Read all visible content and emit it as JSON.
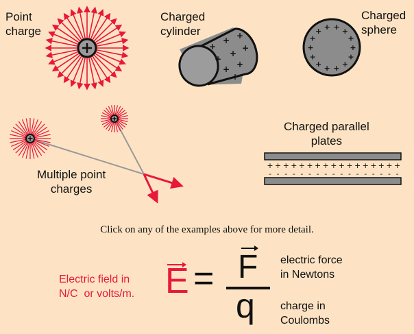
{
  "examples": {
    "point_charge": "Point\ncharge",
    "charged_cylinder": "Charged\ncylinder",
    "charged_sphere": "Charged\nsphere",
    "multiple_point_charges": "Multiple point\ncharges",
    "parallel_plates": "Charged parallel\nplates"
  },
  "instruction": "Click on any of the examples above for more detail.",
  "formula": {
    "lhs_label": "Electric field in\nN/C  or volts/m.",
    "E_symbol": "E",
    "equals": "=",
    "F_symbol": "F",
    "q_symbol": "q",
    "force_label": "electric force\nin Newtons",
    "charge_label": "charge in\nCoulombs"
  },
  "colors": {
    "background": "#fde3c4",
    "field_red": "#e8183a",
    "conductor_gray": "#8c8c8c"
  },
  "symbols": {
    "plus": "+",
    "minus": "-"
  }
}
